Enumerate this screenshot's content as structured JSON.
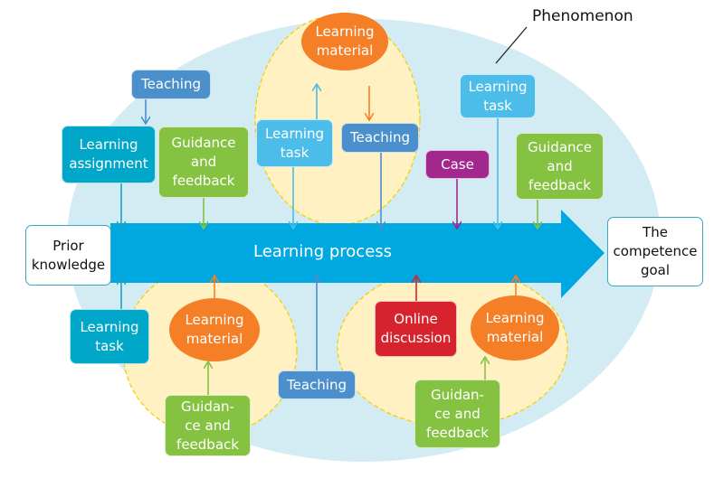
{
  "phenomenon": "Phenomenon",
  "process": "Learning process",
  "prior": "Prior knowledge",
  "goal": "The competence goal",
  "nodes": {
    "teaching_top": "Teaching",
    "learning_assignment": "Learning assignment",
    "guidance_top_left": "Guidance and feedback",
    "learning_task_top": "Learning task",
    "learning_material_top": "Learning material",
    "teaching_center": "Teaching",
    "case": "Case",
    "learning_task_right": "Learning task",
    "guidance_right": "Guidance and feedback",
    "learning_task_bottom": "Learning task",
    "learning_material_bottom_left": "Learning material",
    "guidance_bottom_left": "Guidan- ce and feedback",
    "teaching_bottom": "Teaching",
    "online_discussion": "Online discussion",
    "learning_material_bottom_right": "Learning material",
    "guidance_bottom_right": "Guidan- ce and feedback"
  },
  "colors": {
    "teaching": "#4b8fcc",
    "assignment": "#00a7c9",
    "guidance": "#85c241",
    "task": "#4cbce9",
    "material": "#f47f27",
    "case": "#a2288d",
    "discussion": "#d6232e",
    "process": "#00a8e1",
    "phenomenon_bg": "#d3ebf3",
    "cluster_bg": "#fff1c2"
  }
}
